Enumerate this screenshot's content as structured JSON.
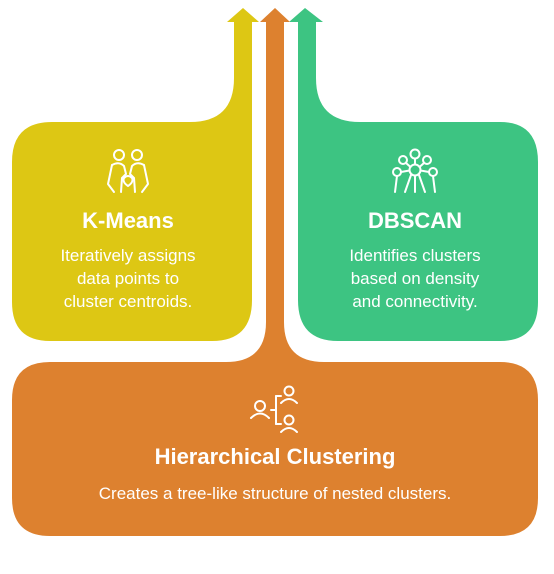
{
  "colors": {
    "kmeans": "#DDC714",
    "dbscan": "#3DC482",
    "hierarchical": "#DD812F",
    "text": "#FFFFFF"
  },
  "kmeans": {
    "icon": "couple-people-icon",
    "title": "K-Means",
    "desc_lines": [
      "Iteratively assigns",
      "data points to",
      "cluster centroids."
    ]
  },
  "dbscan": {
    "icon": "molecule-network-icon",
    "title": "DBSCAN",
    "desc_lines": [
      "Identifies clusters",
      "based on density",
      "and connectivity."
    ]
  },
  "hierarchical": {
    "icon": "org-hierarchy-icon",
    "title": "Hierarchical Clustering",
    "desc_lines": [
      "Creates a tree-like structure of nested clusters."
    ]
  }
}
